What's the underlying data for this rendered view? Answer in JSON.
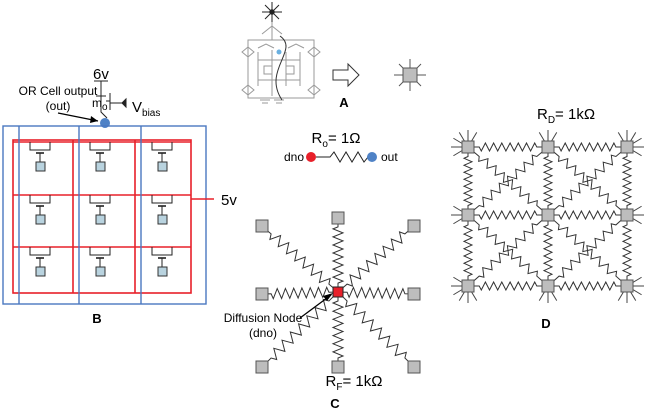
{
  "panels": {
    "a": "A",
    "b": "B",
    "c": "C",
    "d": "D"
  },
  "panel_b": {
    "supply_top": "6v",
    "or_cell_output": "OR Cell output",
    "out_label": "(out)",
    "mo_main": "m",
    "mo_sub": "o",
    "vbias_main": "V",
    "vbias_sub": "bias",
    "supply_side": "5v"
  },
  "resistor_ro": {
    "label_main": "R",
    "label_sub": "o",
    "label_value": "= 1Ω",
    "left_terminal": "dno",
    "right_terminal": "out"
  },
  "panel_c": {
    "diffusion_node": "Diffusion Node",
    "dno_label": "(dno)",
    "rf_main": "R",
    "rf_sub": "F",
    "rf_value": "= 1kΩ"
  },
  "panel_d": {
    "rd_main": "R",
    "rd_sub": "D",
    "rd_value": "= 1kΩ"
  },
  "colors": {
    "red_wire": "#e8202a",
    "blue_wire": "#4a78c0",
    "node_red": "#e8202a",
    "node_blue": "#4f82c6",
    "cell_fill": "#b9d3df",
    "box_fill": "#bdbdbd"
  }
}
